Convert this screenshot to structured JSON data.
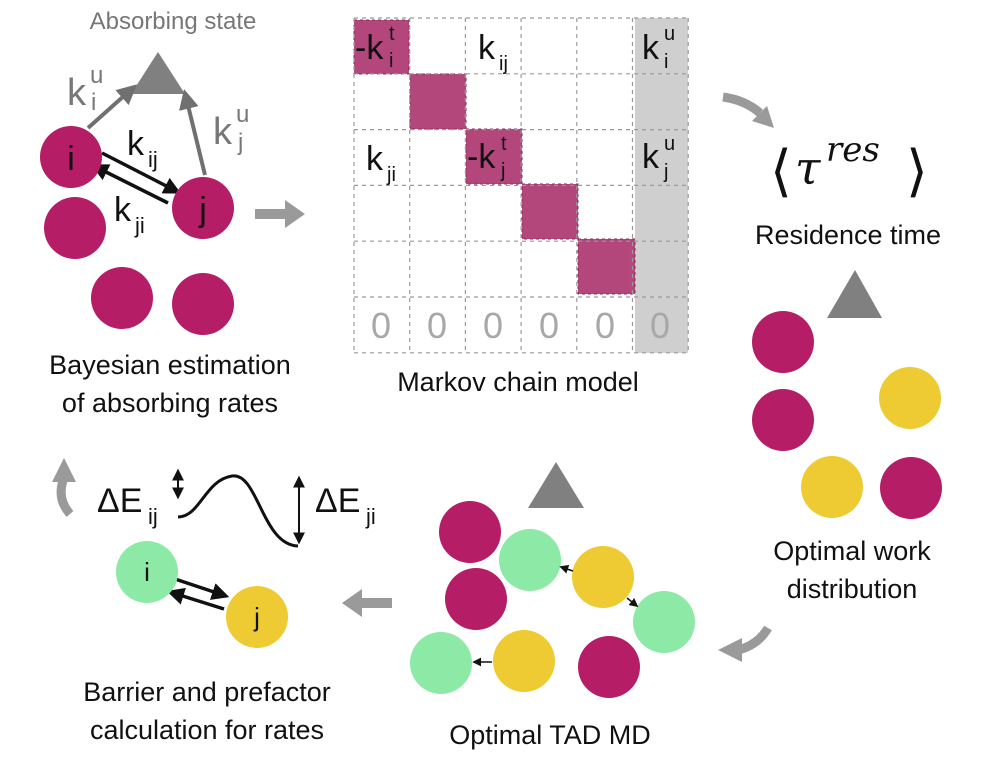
{
  "colors": {
    "magenta": "#b51d66",
    "matrix_diag": "#b3477c",
    "yellow": "#eecb33",
    "green": "#8ceaa6",
    "gray_arrow": "#9a9a9a",
    "triangle": "#808080",
    "absorb_col": "#cfcfcf"
  },
  "labels": {
    "absorbing_state": "Absorbing state",
    "k": "k",
    "u": "u",
    "t": "t",
    "i": "i",
    "j": "j",
    "ij": "ij",
    "ji": "ji",
    "minus_k": "-k",
    "zero": "0",
    "delta_e": "ΔE",
    "tau": "τ",
    "res": "res",
    "langle": "⟨",
    "rangle": "⟩"
  },
  "captions": {
    "bayes_1": "Bayesian estimation",
    "bayes_2": "of absorbing rates",
    "markov": "Markov chain model",
    "residence": "Residence time",
    "work_1": "Optimal work",
    "work_2": "distribution",
    "tad": "Optimal TAD MD",
    "barrier_1": "Barrier and prefactor",
    "barrier_2": "calculation for rates"
  }
}
